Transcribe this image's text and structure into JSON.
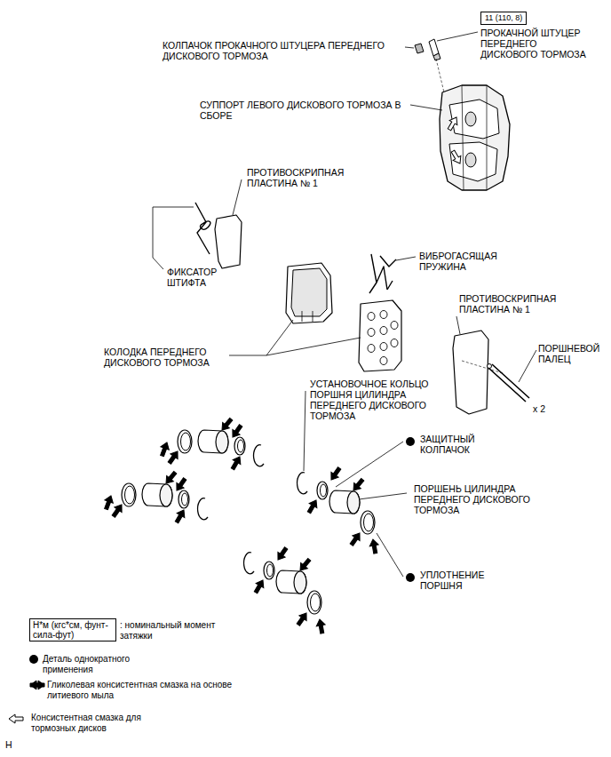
{
  "diagram": {
    "nodes": [
      {
        "text": [
          "11 (110, 8)"
        ]
      },
      {
        "text": [
          "Н*м (кгс*см, фунт-сила-фут)"
        ]
      }
    ],
    "labels": [
      "КОЛПАЧОК ПРОКАЧНОГО ШТУЦЕРА ПЕРЕДНЕГО ДИСКОВОГО ТОРМОЗА",
      "ПРОКАЧНОЙ ШТУЦЕР ПЕРЕДНЕГО ДИСКОВОГО ТОРМОЗА",
      "СУППОРТ ЛЕВОГО ДИСКОВОГО ТОРМОЗА В СБОРЕ",
      "ПРОТИВОСКРИПНАЯ ПЛАСТИНА № 1",
      "ФИКСАТОР ШТИФТА",
      "ВИБРОГАСЯЩАЯ ПРУЖИНА",
      "КОЛОДКА ПЕРЕДНЕГО ДИСКОВОГО ТОРМОЗА",
      "ПРОТИВОСКРИПНАЯ ПЛАСТИНА № 1",
      "ПОРШНЕВОЙ ПАЛЕЦ",
      "x 2",
      "УСТАНОВОЧНОЕ КОЛЬЦО ПОРШНЯ ЦИЛИНДРА ПЕРЕДНЕГО ДИСКОВОГО ТОРМОЗА",
      "ЗАЩИТНЫЙ КОЛПАЧОК",
      "ПОРШЕНЬ ЦИЛИНДРА ПЕРЕДНЕГО ДИСКОВОГО ТОРМОЗА",
      "УПЛОТНЕНИЕ ПОРШНЯ",
      "H"
    ],
    "legend": [
      {
        "text": ": номинальный момент затяжки"
      },
      {
        "text": "Деталь однократного применения"
      },
      {
        "text": "Гликолевая консистентная смазка на основе литиевого мыла"
      },
      {
        "text": "Консистентная смазка для тормозных дисков"
      }
    ]
  }
}
